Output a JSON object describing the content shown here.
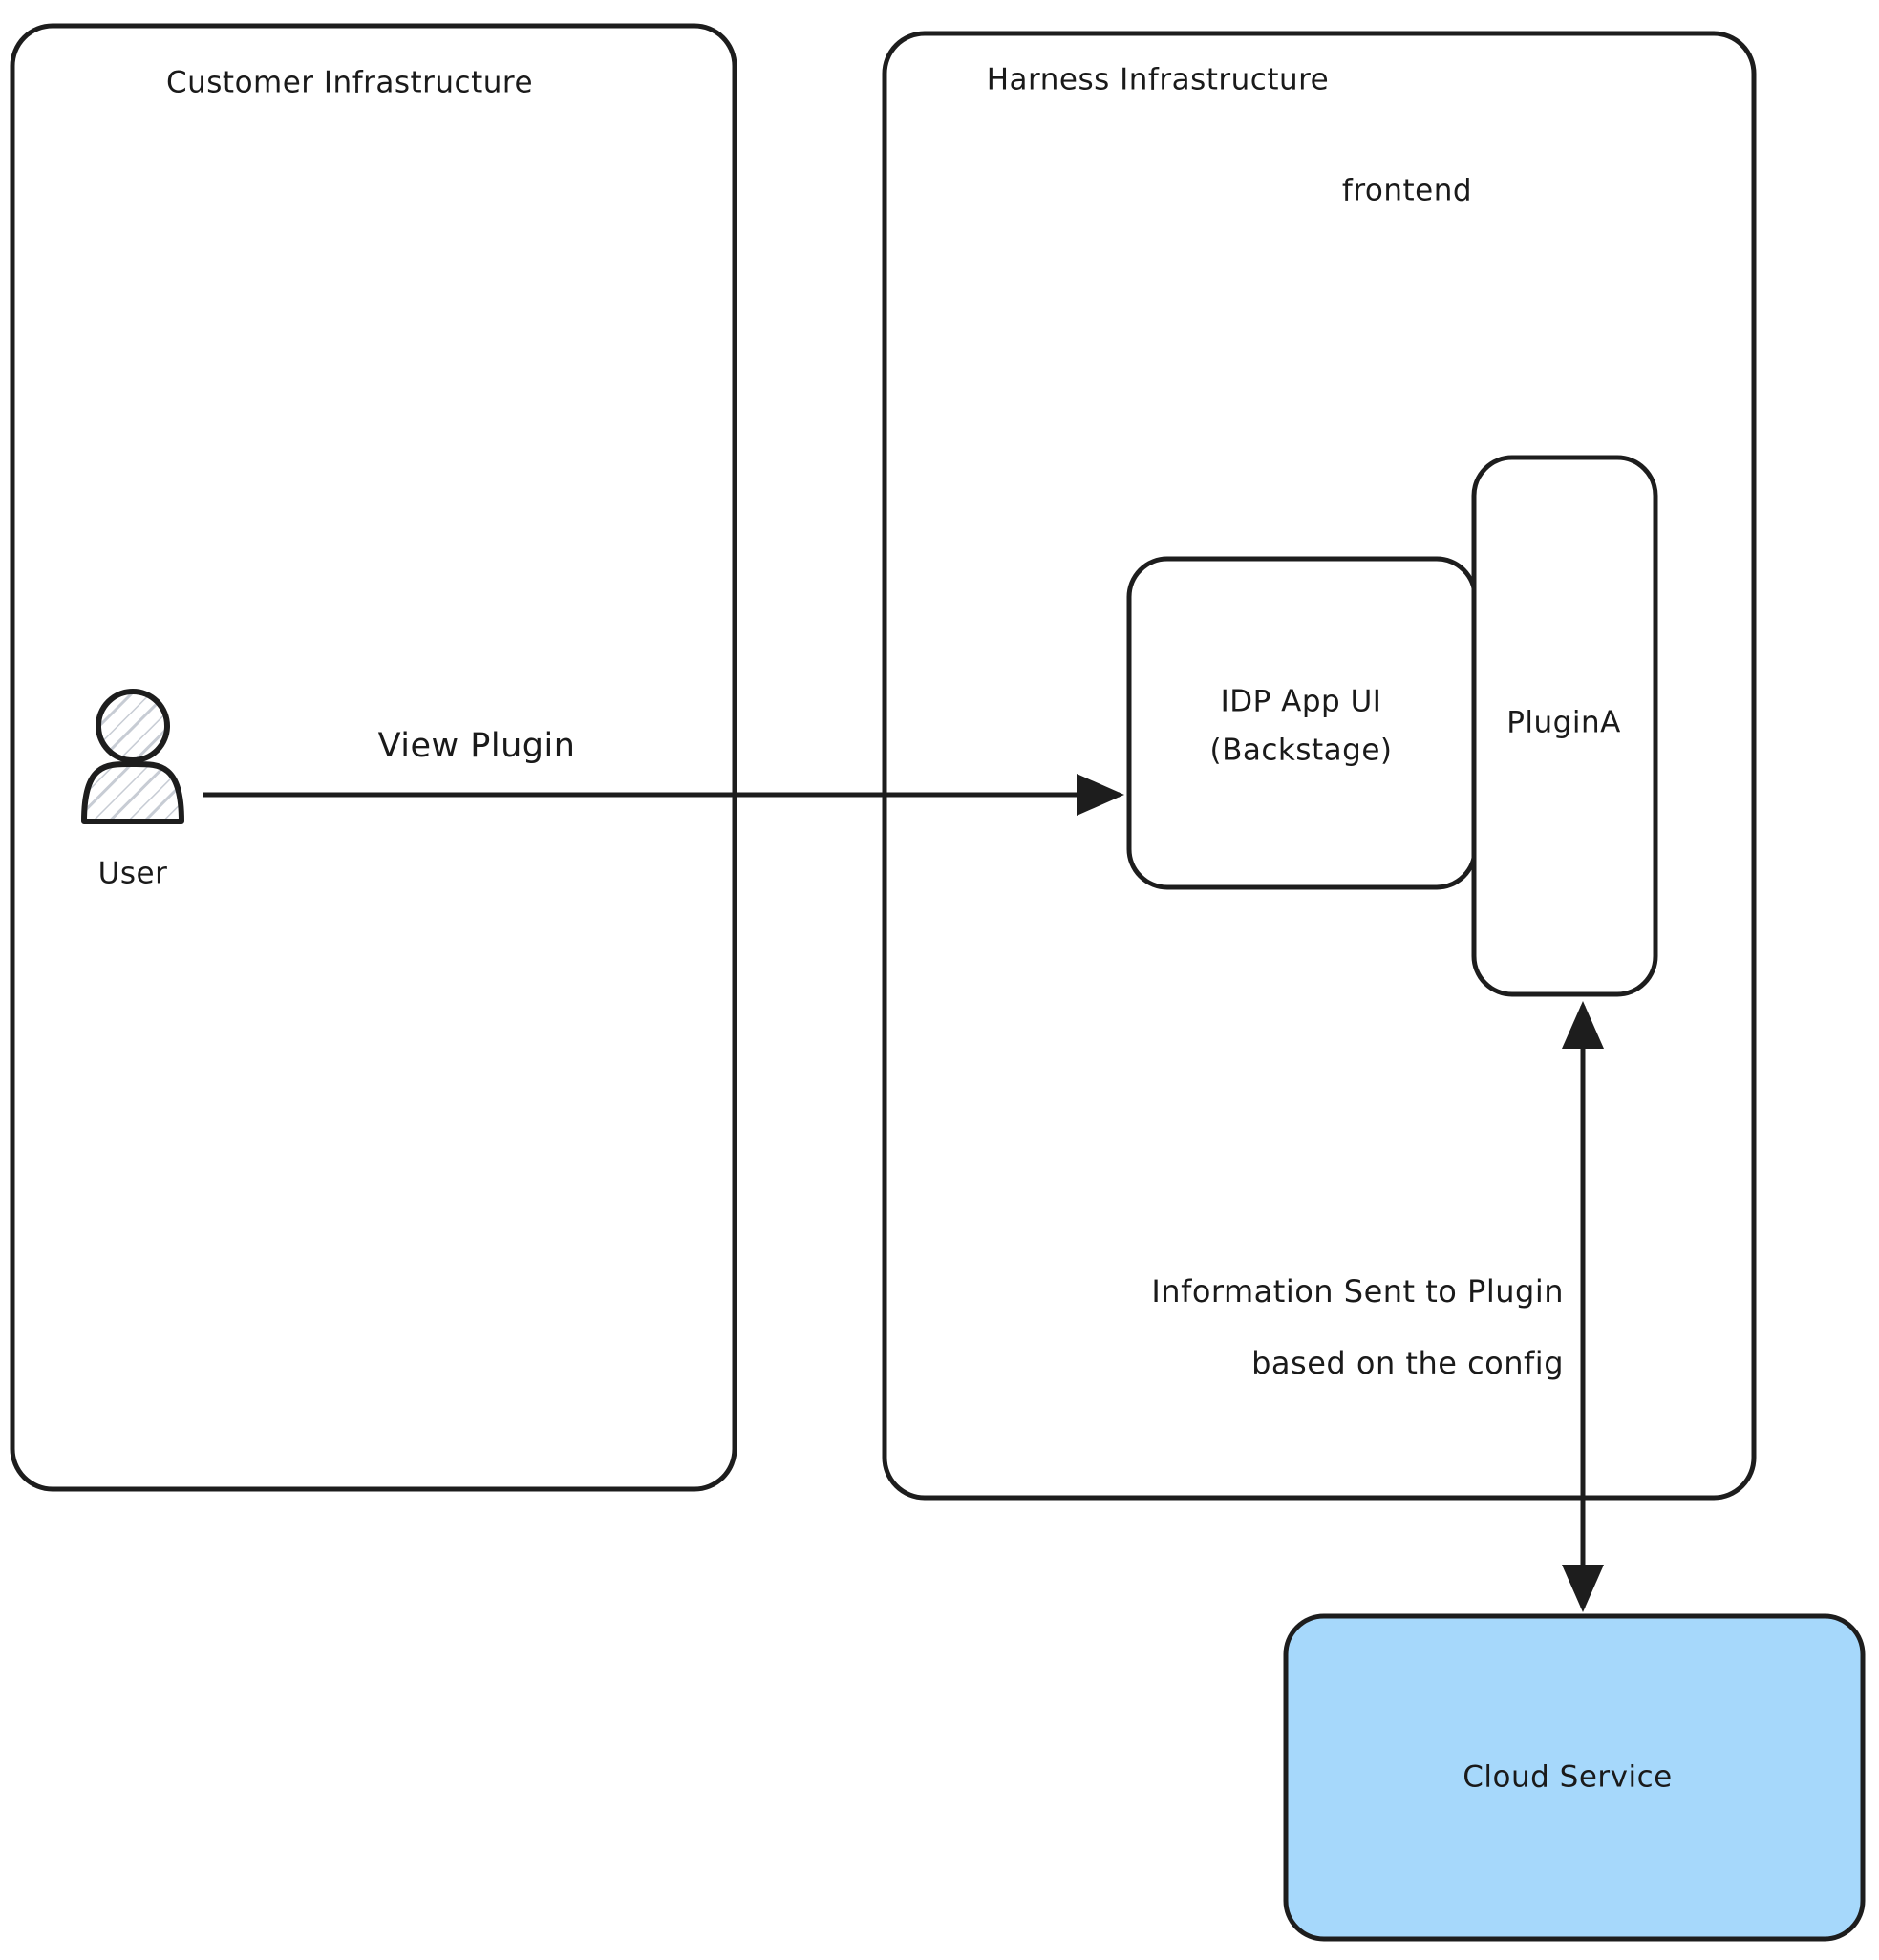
{
  "diagram": {
    "type": "architecture-flow",
    "background_color": "#ffffff",
    "stroke_color": "#1d1d1d",
    "text_color": "#1a1a1a",
    "groups": [
      {
        "id": "customer-infrastructure",
        "label": "Customer Infrastructure",
        "fill": "#ffffff",
        "border": "#1d1d1d"
      },
      {
        "id": "harness-infrastructure",
        "label": "Harness Infrastructure",
        "fill": "#ffffff",
        "border": "#1d1d1d"
      }
    ],
    "section_labels": [
      {
        "id": "frontend",
        "label": "frontend"
      }
    ],
    "actors": [
      {
        "id": "user",
        "label": "User",
        "icon": "user-actor-icon",
        "fill": "#ffffff",
        "hatch": true
      }
    ],
    "nodes": [
      {
        "id": "idp-app-ui",
        "label_line1": "IDP App UI",
        "label_line2": "(Backstage)",
        "fill": "#ffffff",
        "border": "#1d1d1d"
      },
      {
        "id": "plugin-a",
        "label": "PluginA",
        "fill": "#ffffff",
        "border": "#1d1d1d"
      },
      {
        "id": "cloud-service",
        "label": "Cloud Service",
        "fill": "#a6d8fb",
        "border": "#1d1d1d"
      }
    ],
    "edges": [
      {
        "id": "view-plugin",
        "label": "View Plugin",
        "from": "user",
        "to": "idp-app-ui",
        "direction": "one-way",
        "orientation": "horizontal"
      },
      {
        "id": "information-sent",
        "label_line1": "Information Sent to Plugin",
        "label_line2": "based on the config",
        "from": "cloud-service",
        "to": "plugin-a",
        "direction": "two-way",
        "orientation": "vertical"
      }
    ]
  }
}
